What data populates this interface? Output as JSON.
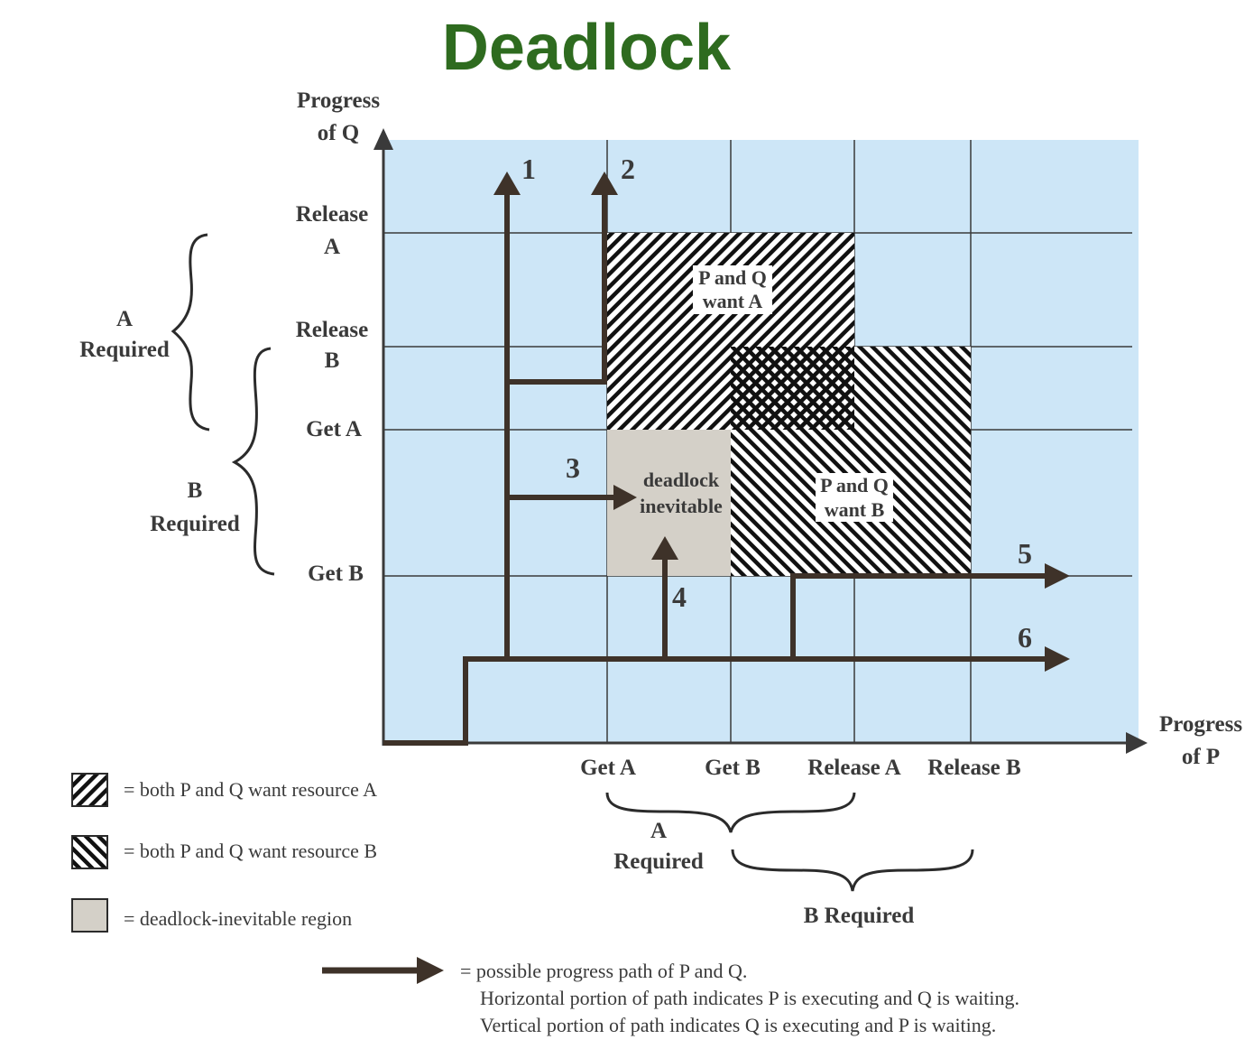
{
  "title": "Deadlock",
  "axes": {
    "y_label_line1": "Progress",
    "y_label_line2": "of Q",
    "x_label_line1": "Progress",
    "x_label_line2": "of P"
  },
  "y_ticks": {
    "release_a_line1": "Release",
    "release_a_line2": "A",
    "release_b_line1": "Release",
    "release_b_line2": "B",
    "get_a": "Get A",
    "get_b": "Get B"
  },
  "x_ticks": {
    "get_a": "Get A",
    "get_b": "Get B",
    "release_a": "Release A",
    "release_b": "Release B"
  },
  "braces": {
    "left_a_line1": "A",
    "left_a_line2": "Required",
    "left_b_line1": "B",
    "left_b_line2": "Required",
    "bottom_a_line1": "A",
    "bottom_a_line2": "Required",
    "bottom_b": "B Required"
  },
  "regions": {
    "want_a_line1": "P and Q",
    "want_a_line2": "want A",
    "want_b_line1": "P and Q",
    "want_b_line2": "want B",
    "deadlock_line1": "deadlock",
    "deadlock_line2": "inevitable"
  },
  "paths": [
    "1",
    "2",
    "3",
    "4",
    "5",
    "6"
  ],
  "legend": {
    "want_a": "= both P and Q want resource A",
    "want_b": "= both P and Q want resource B",
    "deadlock": "= deadlock-inevitable region",
    "path_line1": "= possible progress path of P and Q.",
    "path_line2": "Horizontal portion of path indicates P is executing and Q is waiting.",
    "path_line3": "Vertical portion of path indicates Q is executing and P is waiting."
  },
  "colors": {
    "title": "#2e6b1f",
    "plot_background": "#cde6f7",
    "deadlock_region": "#d4d0c8",
    "path": "#3e3229"
  }
}
